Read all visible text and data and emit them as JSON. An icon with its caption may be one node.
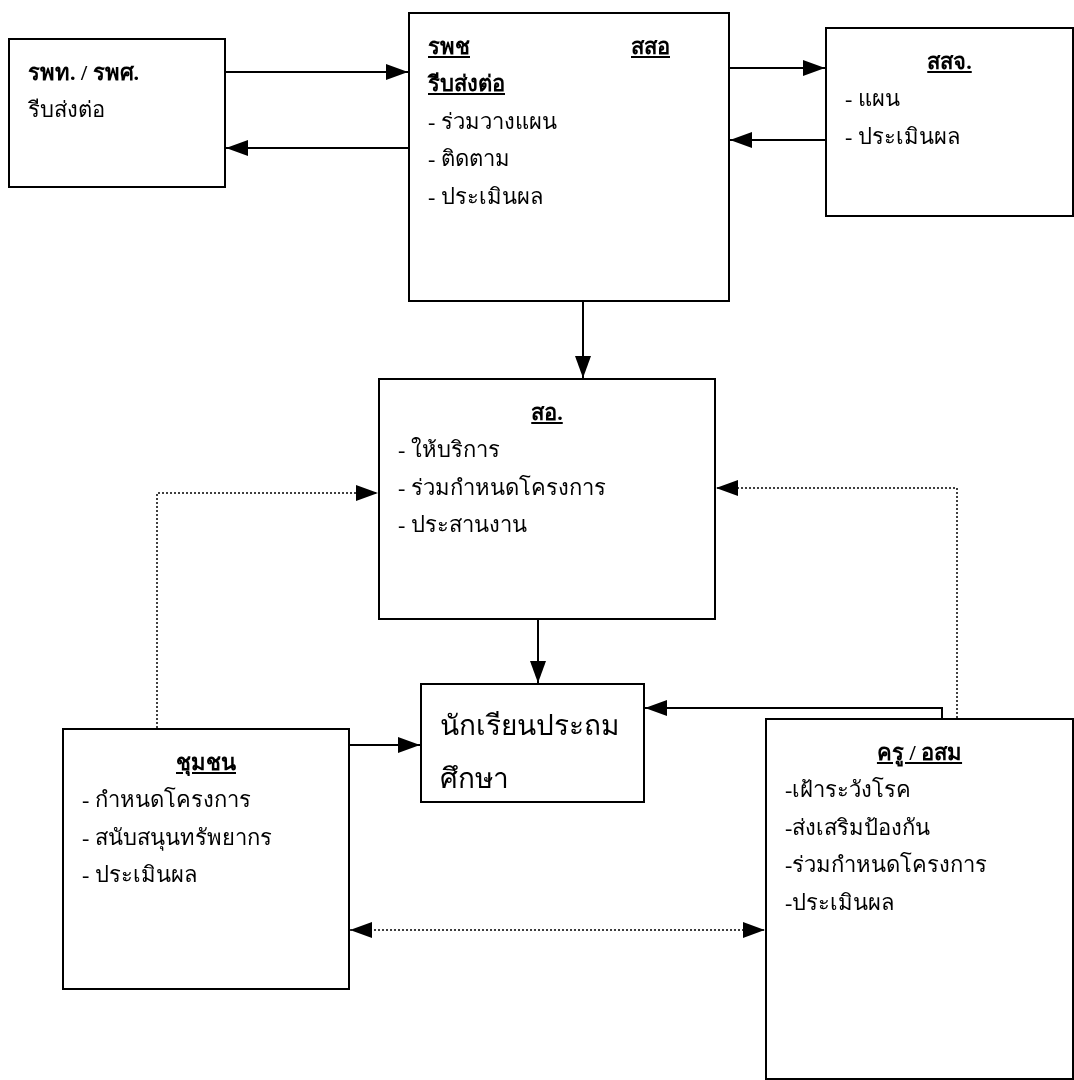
{
  "diagram": {
    "nodes": [
      {
        "text": [
          "รพท. / รพศ.",
          "รีบส่งต่อ"
        ]
      },
      {
        "text": [
          "รพช",
          "สสอ",
          "รีบส่งต่อ",
          "- ร่วมวางแผน",
          "- ติดตาม",
          "- ประเมินผล"
        ]
      },
      {
        "text": [
          "สสจ.",
          "- แผน",
          "- ประเมินผล"
        ]
      },
      {
        "text": [
          "สอ.",
          "- ให้บริการ",
          "- ร่วมกำหนดโครงการ",
          "- ประสานงาน"
        ]
      },
      {
        "text": [
          "นักเรียนประถมศึกษา"
        ]
      },
      {
        "text": [
          "ชุมชน",
          "- กำหนดโครงการ",
          "- สนับสนุนทรัพยากร",
          "- ประเมินผล"
        ]
      },
      {
        "text": [
          "ครู / อสม",
          "-เฝ้าระวังโรค",
          "-ส่งเสริมป้องกัน",
          "-ร่วมกำหนดโครงการ",
          "-ประเมินผล"
        ]
      }
    ],
    "edges": [
      {
        "from": 0,
        "to": 1,
        "arrow": "to"
      },
      {
        "from": 1,
        "to": 0,
        "arrow": "to"
      },
      {
        "from": 1,
        "to": 2,
        "arrow": "to"
      },
      {
        "from": 2,
        "to": 1,
        "arrow": "to"
      },
      {
        "from": 1,
        "to": 3,
        "arrow": "to"
      },
      {
        "from": 3,
        "to": 4,
        "arrow": "to"
      },
      {
        "from": 5,
        "to": 4,
        "arrow": "to"
      },
      {
        "from": 6,
        "to": 4,
        "arrow": "to"
      },
      {
        "from": 5,
        "to": 3,
        "arrow": "to",
        "style": "dashed"
      },
      {
        "from": 6,
        "to": 3,
        "arrow": "to",
        "style": "dashed"
      },
      {
        "from": 5,
        "to": 6,
        "arrow": "both",
        "style": "dashed"
      }
    ]
  }
}
